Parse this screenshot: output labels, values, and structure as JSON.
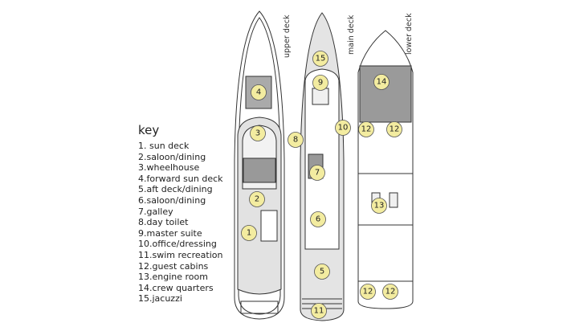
{
  "key": {
    "title": "key",
    "items": [
      "1. sun deck",
      "2.saloon/dining",
      "3.wheelhouse",
      "4.forward sun deck",
      "5.aft deck/dining",
      "6.saloon/dining",
      "7.galley",
      "8.day toilet",
      "9.master suite",
      "10.office/dressing",
      "11.swim recreation",
      "12.guest cabins",
      "13.engine room",
      "14.crew quarters",
      "15.jacuzzi"
    ]
  },
  "decks": {
    "upper": "upper deck",
    "main": "main deck",
    "lower": "lower deck"
  },
  "markers": {
    "m1": "1",
    "m2": "2",
    "m3": "3",
    "m4": "4",
    "m5": "5",
    "m6": "6",
    "m7": "7",
    "m8": "8",
    "m9": "9",
    "m10": "10",
    "m11": "11",
    "m12a": "12",
    "m12b": "12",
    "m12c": "12",
    "m12d": "12",
    "m13": "13",
    "m14": "14",
    "m15": "15"
  },
  "colors": {
    "marker": "#f3eca0",
    "hull_fill": "#e4e4e4",
    "crew_area": "#9a9a9a"
  }
}
